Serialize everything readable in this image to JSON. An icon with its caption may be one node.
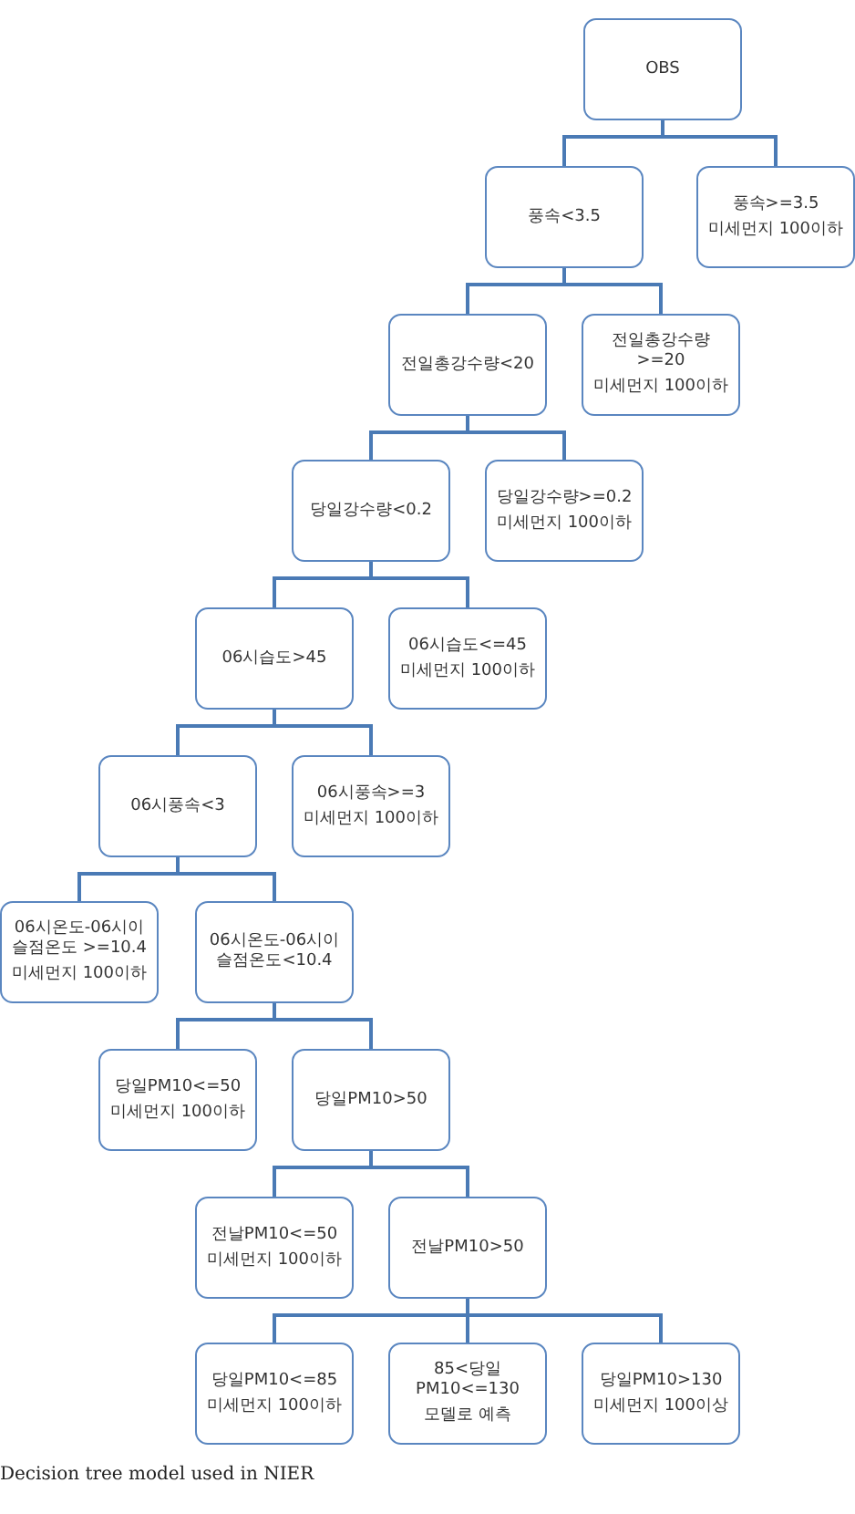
{
  "diagram": {
    "caption": "Decision tree model used in NIER",
    "nodes": [
      {
        "text": [
          "OBS"
        ]
      },
      {
        "text": [
          "풍속<3.5"
        ]
      },
      {
        "text": [
          "풍속>=3.5",
          "미세먼지 100이하"
        ]
      },
      {
        "text": [
          "전일총강수량<20"
        ]
      },
      {
        "text": [
          "전일총강수량>=20",
          "미세먼지 100이하"
        ]
      },
      {
        "text": [
          "당일강수량<0.2"
        ]
      },
      {
        "text": [
          "당일강수량>=0.2",
          "미세먼지 100이하"
        ]
      },
      {
        "text": [
          "06시습도>45"
        ]
      },
      {
        "text": [
          "06시습도<=45",
          "미세먼지 100이하"
        ]
      },
      {
        "text": [
          "06시풍속<3"
        ]
      },
      {
        "text": [
          "06시풍속>=3",
          "미세먼지 100이하"
        ]
      },
      {
        "text": [
          "06시온도-06시이 슬점온도 >=10.4",
          "미세먼지 100이하"
        ]
      },
      {
        "text": [
          "06시온도-06시이 슬점온도<10.4"
        ]
      },
      {
        "text": [
          "당일PM10<=50",
          "미세먼지 100이하"
        ]
      },
      {
        "text": [
          "당일PM10>50"
        ]
      },
      {
        "text": [
          "전날PM10<=50",
          "미세먼지 100이하"
        ]
      },
      {
        "text": [
          "전날PM10>50"
        ]
      },
      {
        "text": [
          "당일PM10<=85",
          "미세먼지 100이하"
        ]
      },
      {
        "text": [
          "85<당일 PM10<=130",
          "모델로 예측"
        ]
      },
      {
        "text": [
          "당일PM10>130",
          "미세먼지 100이상"
        ]
      }
    ],
    "edges": [
      {
        "from": 0,
        "to": 1,
        "arrow": "none"
      },
      {
        "from": 0,
        "to": 2,
        "arrow": "none"
      },
      {
        "from": 1,
        "to": 3,
        "arrow": "none"
      },
      {
        "from": 1,
        "to": 4,
        "arrow": "none"
      },
      {
        "from": 3,
        "to": 5,
        "arrow": "none"
      },
      {
        "from": 3,
        "to": 6,
        "arrow": "none"
      },
      {
        "from": 5,
        "to": 7,
        "arrow": "none"
      },
      {
        "from": 5,
        "to": 8,
        "arrow": "none"
      },
      {
        "from": 7,
        "to": 9,
        "arrow": "none"
      },
      {
        "from": 7,
        "to": 10,
        "arrow": "none"
      },
      {
        "from": 9,
        "to": 11,
        "arrow": "none"
      },
      {
        "from": 9,
        "to": 12,
        "arrow": "none"
      },
      {
        "from": 12,
        "to": 13,
        "arrow": "none"
      },
      {
        "from": 12,
        "to": 14,
        "arrow": "none"
      },
      {
        "from": 14,
        "to": 15,
        "arrow": "none"
      },
      {
        "from": 14,
        "to": 16,
        "arrow": "none"
      },
      {
        "from": 16,
        "to": 17,
        "arrow": "none"
      },
      {
        "from": 16,
        "to": 18,
        "arrow": "none"
      },
      {
        "from": 16,
        "to": 19,
        "arrow": "none"
      }
    ]
  }
}
